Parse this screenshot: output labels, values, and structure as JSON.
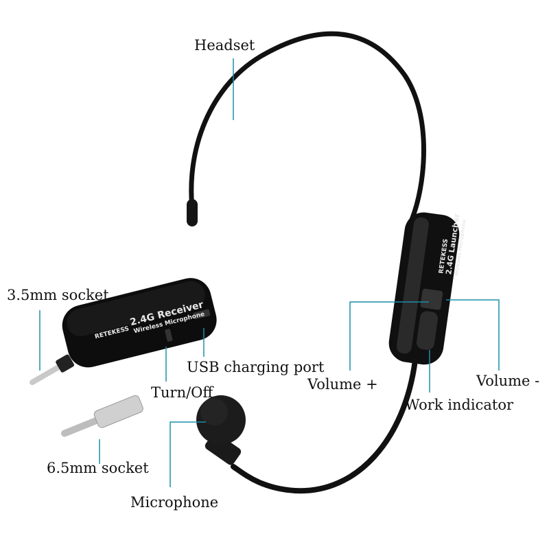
{
  "labels": {
    "headset": "Headset",
    "socket_35": "3.5mm socket",
    "usb_port": "USB charging port",
    "turn_off": "Turn/Off",
    "volume_plus": "Volume +",
    "volume_minus": "Volume -",
    "work_indicator": "Work indicator",
    "socket_65": "6.5mm socket",
    "microphone": "Microphone"
  },
  "receiver": {
    "brand": "RETEKESS",
    "model": "2.4G Receiver",
    "subtitle": "Wireless Microphone"
  },
  "transmitter": {
    "brand": "RETEKESS",
    "model": "2.4G Launcher",
    "subtitle": "Wireless Microphone"
  },
  "colors": {
    "leader_line": "#1a8fa8",
    "device": "#111111"
  }
}
